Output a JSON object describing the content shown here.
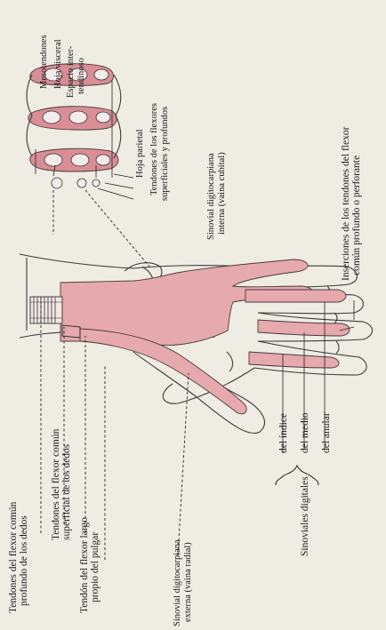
{
  "labels": {
    "flexor_profundus": [
      "Tendones del flexor común",
      "profundo de los dedos"
    ],
    "flexor_superficialis": [
      "Tendones del flexor común",
      "superficial de los dedos"
    ],
    "flexor_pollicis": [
      "Tendón del flexor largo",
      "propio del pulgar"
    ],
    "sinovial_externa": [
      "Sinovial digitocarpiana",
      "externa (vaina radial)"
    ],
    "sinoviales_digitales": "Sinoviales digitales",
    "del_indice": "del índice",
    "del_medio": "del medio",
    "del_anular": "del anular",
    "sinovial_interna": [
      "Sinovial digitocarpiana",
      "interna (vaina cubital)"
    ],
    "inserciones": [
      "Inserciones de los tendones del flexor",
      "común profundo o perforante"
    ],
    "mesotendones": "Mesotendones",
    "hoja_visceral": "Hoja visceral",
    "espacio": [
      "Espacio inter-",
      "tendinoso"
    ],
    "hoja_parietal": "Hoja parietal",
    "tendones_flexores": [
      "Tendones de los flexores",
      "superficiales y profundos"
    ]
  }
}
